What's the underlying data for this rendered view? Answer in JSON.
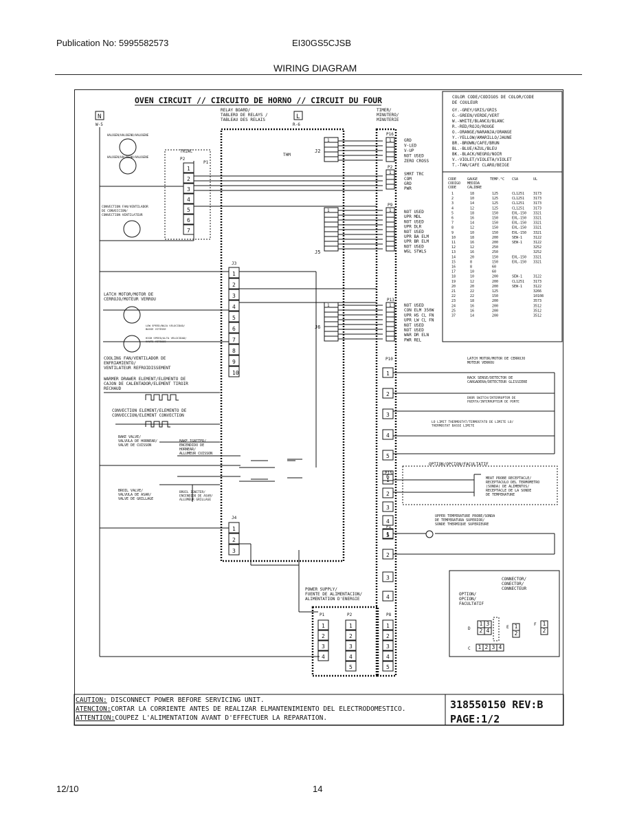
{
  "header": {
    "publication": "Publication No: 5995582573",
    "model": "EI30GS5CJSB",
    "title": "WIRING DIAGRAM"
  },
  "diagram": {
    "heading": "OVEN CIRCUIT // CIRCUITO DE HORNO // CIRCUIT DU FOUR",
    "color_code": {
      "title": [
        "COLOR CODE/CODIGOS DE COLOR/CODE",
        "DE COULEUR"
      ],
      "entries": [
        "GY.-GREY/GRIS/GRIS",
        "G.-GREEN/VERDE/VERT",
        "W.-WHITE/BLANCO/BLANC",
        "R.-RED/ROJO/ROUGE",
        "O.-ORANGE/NARANJA/ORANGE",
        "Y.-YELLOW/AMARILLO/JAUNE",
        "BR.-BROWN/CAFE/BRUN",
        "BL.-BLUE/AZUL/BLEU",
        "BK.-BLACK/NEGRO/NOIR",
        "V.-VIOLET/VIOLETA/VIOLET",
        "T.-TAN/CAFE CLARO/BEIGE"
      ]
    },
    "wire_table": {
      "headers": [
        "CODE CODIGO CODE",
        "GAUGE MEDIDA CALIBRE",
        "TEMP.°C",
        "CSA",
        "UL"
      ],
      "rows": [
        [
          "1",
          "18",
          "125",
          "CL1251",
          "3173"
        ],
        [
          "2",
          "10",
          "125",
          "CL1251",
          "3173"
        ],
        [
          "3",
          "14",
          "125",
          "CL1251",
          "3173"
        ],
        [
          "4",
          "12",
          "125",
          "CL1251",
          "3173"
        ],
        [
          "5",
          "18",
          "150",
          "EXL-150",
          "3321"
        ],
        [
          "6",
          "16",
          "150",
          "EXL-150",
          "3321"
        ],
        [
          "7",
          "14",
          "150",
          "EXL-150",
          "3321"
        ],
        [
          "8",
          "12",
          "150",
          "EXL-150",
          "3321"
        ],
        [
          "9",
          "10",
          "150",
          "EXL-150",
          "3321"
        ],
        [
          "10",
          "18",
          "200",
          "SEW-1",
          "3122"
        ],
        [
          "11",
          "16",
          "200",
          "SEW-1",
          "3122"
        ],
        [
          "12",
          "12",
          "250",
          "",
          "3252"
        ],
        [
          "13",
          "16",
          "250",
          "",
          "3252"
        ],
        [
          "14",
          "20",
          "150",
          "EXL-150",
          "3321"
        ],
        [
          "15",
          "8",
          "150",
          "EXL-150",
          "3321"
        ],
        [
          "16",
          "8",
          "60",
          "",
          ""
        ],
        [
          "17",
          "10",
          "60",
          "",
          ""
        ],
        [
          "18",
          "10",
          "200",
          "SEW-1",
          "3122"
        ],
        [
          "19",
          "12",
          "200",
          "CL1251",
          "3173"
        ],
        [
          "20",
          "20",
          "200",
          "SEW-1",
          "3122"
        ],
        [
          "21",
          "22",
          "125",
          "",
          "3266"
        ],
        [
          "22",
          "22",
          "150",
          "",
          "10108"
        ],
        [
          "23",
          "18",
          "200",
          "",
          "3573"
        ],
        [
          "24",
          "16",
          "200",
          "",
          "3512"
        ],
        [
          "25",
          "16",
          "200",
          "",
          "3512"
        ],
        [
          "37",
          "14",
          "200",
          "",
          "3512"
        ]
      ]
    },
    "labels": {
      "n": "N",
      "l": "L",
      "w5": "W-5",
      "r6": "R-6",
      "relay": [
        "RELAY BOARD/",
        "TABLERO DE RELAYS /",
        "TABLEAU DES RELAIS"
      ],
      "timer": [
        "TIMER/",
        "MINUTERO/",
        "MINUTERIE"
      ],
      "halogen1": "HALOGEN/HALOGENO/HALOGENE",
      "halogen2": "HALOGEN/HALOGENO/HALOGENE",
      "triac": "TRIAC",
      "p2": "P2",
      "p1": "P1",
      "conv_fan": [
        "CONVECTION FAN/VENTILADOR",
        "DE CONVECCION/",
        "CONVECTION VENTILATEUR"
      ],
      "latch": [
        "LATCH MOTOR/MOTOR DE",
        "CERROJO/MOTEUR VERROU"
      ],
      "lo_speed": [
        "LOW SPEED/BAJA VELOCIDAD/",
        "BASSE VITESSE"
      ],
      "hi_speed": [
        "HIGH SPEED/ALTA VELOCIDAD/",
        "HAUTE VITESSE"
      ],
      "cool_fan": [
        "COOLING FAN/VENTILADOR DE",
        "ENFRIAMIENTO/",
        "VENTILATEUR REFROIDISSEMENT"
      ],
      "warmer": [
        "WARMER DRAWER ELEMENT/ELEMENTO DE",
        "CAJON DE CALENTADOR/ELEMENT TIROIR",
        "RECHAUD"
      ],
      "conv_el": [
        "CONVECTION ELEMENT/ELEMENTO DE",
        "CONVECCION/ELEMENT CONVECTION"
      ],
      "bake_valve": [
        "BAKE VALVE/",
        "VALVULA DE HORNEAR/",
        "VALVE DE CUISSON"
      ],
      "bake_ign": [
        "BAKE IGNITER/",
        "ENCENDIDO DE",
        "HORNEAR/",
        "ALLUMEUR CUISSON"
      ],
      "broil_valve": [
        "BROIL VALVE/",
        "VALVULA DE ASAR/",
        "VALVE DE GRILLAGE"
      ],
      "broil_ign": [
        "BROIL IGNITER/",
        "ENCENDIDO DE ASAR/",
        "ALLUMEUR GRILLAGE"
      ],
      "power": [
        "POWER SUPPLY/",
        "FUENTE DE ALIMENTACION/",
        "ALIMENTATION D'ENERGIE"
      ],
      "thm": "THM",
      "p16_pins": [
        "GRD",
        "V-LED",
        "V-UP",
        "NOT USED",
        "ZERO CROSS"
      ],
      "p2b_pins": [
        "SMRT TRC",
        "COM",
        "GRD",
        "PWR"
      ],
      "p9_pins": [
        "NOT USED",
        "UPR MDL",
        "NOT USED",
        "UPR DLR",
        "NOT USED",
        "UPR BA ELM",
        "UPR BR ELM",
        "NOT USED",
        "WGL STWLS"
      ],
      "p13_pins": [
        "NOT USED",
        "CON ELM 350W",
        "UPR HS CL FN",
        "UPR LW CL FN",
        "NOT USED",
        "NOT USED",
        "WAR DR ELN",
        "PWR REL"
      ],
      "rp_latch": [
        "LATCH MOTOR/MOTOR DE CERROJO",
        "MOTEUR VERROU"
      ],
      "rack": [
        "RACK SENSE/DETECTOR DE",
        "CARGADERA/DETECTEUR GLISSIERE"
      ],
      "door": [
        "DOOR SWITCH/INTERRUPTOR DE",
        "PUERTA/INTERRUPTEUR DE PORTE"
      ],
      "lo_limit": [
        "LO LIMIT THERMOSTAT/TERMOSTATO DE LIMITE LO/",
        "THERMOSTAT BASSE LIMITE"
      ],
      "option": "OPTION/OPCION/FACULTATIF",
      "meat": [
        "MEAT PROBE RECEPTACLE/",
        "RECEPTACULO DEL TERMOMETRO",
        "(SONDA) DE ALIMENTOS/",
        "RECEPTACLE DE LA SONDE",
        "DE TEMPERATURE"
      ],
      "upper_probe": [
        "UPPER TEMPERATURE PROBE/SONDA",
        "DE TEMPERATURA SUPERIOR/",
        "SONDE THERMIQUE SUPERIEURE"
      ],
      "connector": [
        "CONNECTOR/",
        "CONECTOR/",
        "CONNECTEUR"
      ],
      "option_box": [
        "OPTION/",
        "OPCION/",
        "FACULTATIF"
      ]
    },
    "caution": [
      {
        "k": "CAUTION:",
        "t": " DISCONNECT POWER BEFORE SERVICING UNIT."
      },
      {
        "k": "ATENCION:",
        "t": "CORTAR LA CORRIENTE ANTES DE REALIZAR ELMANTENIMIENTO DEL ELECTRODOMESTICO."
      },
      {
        "k": "ATTENTION:",
        "t": "COUPEZ L'ALIMENTATION AVANT D'EFFECTUER LA REPARATION."
      }
    ],
    "part_number": "318550150 REV:B",
    "page": "PAGE:1/2"
  },
  "footer": {
    "date": "12/10",
    "page_num": "14"
  }
}
